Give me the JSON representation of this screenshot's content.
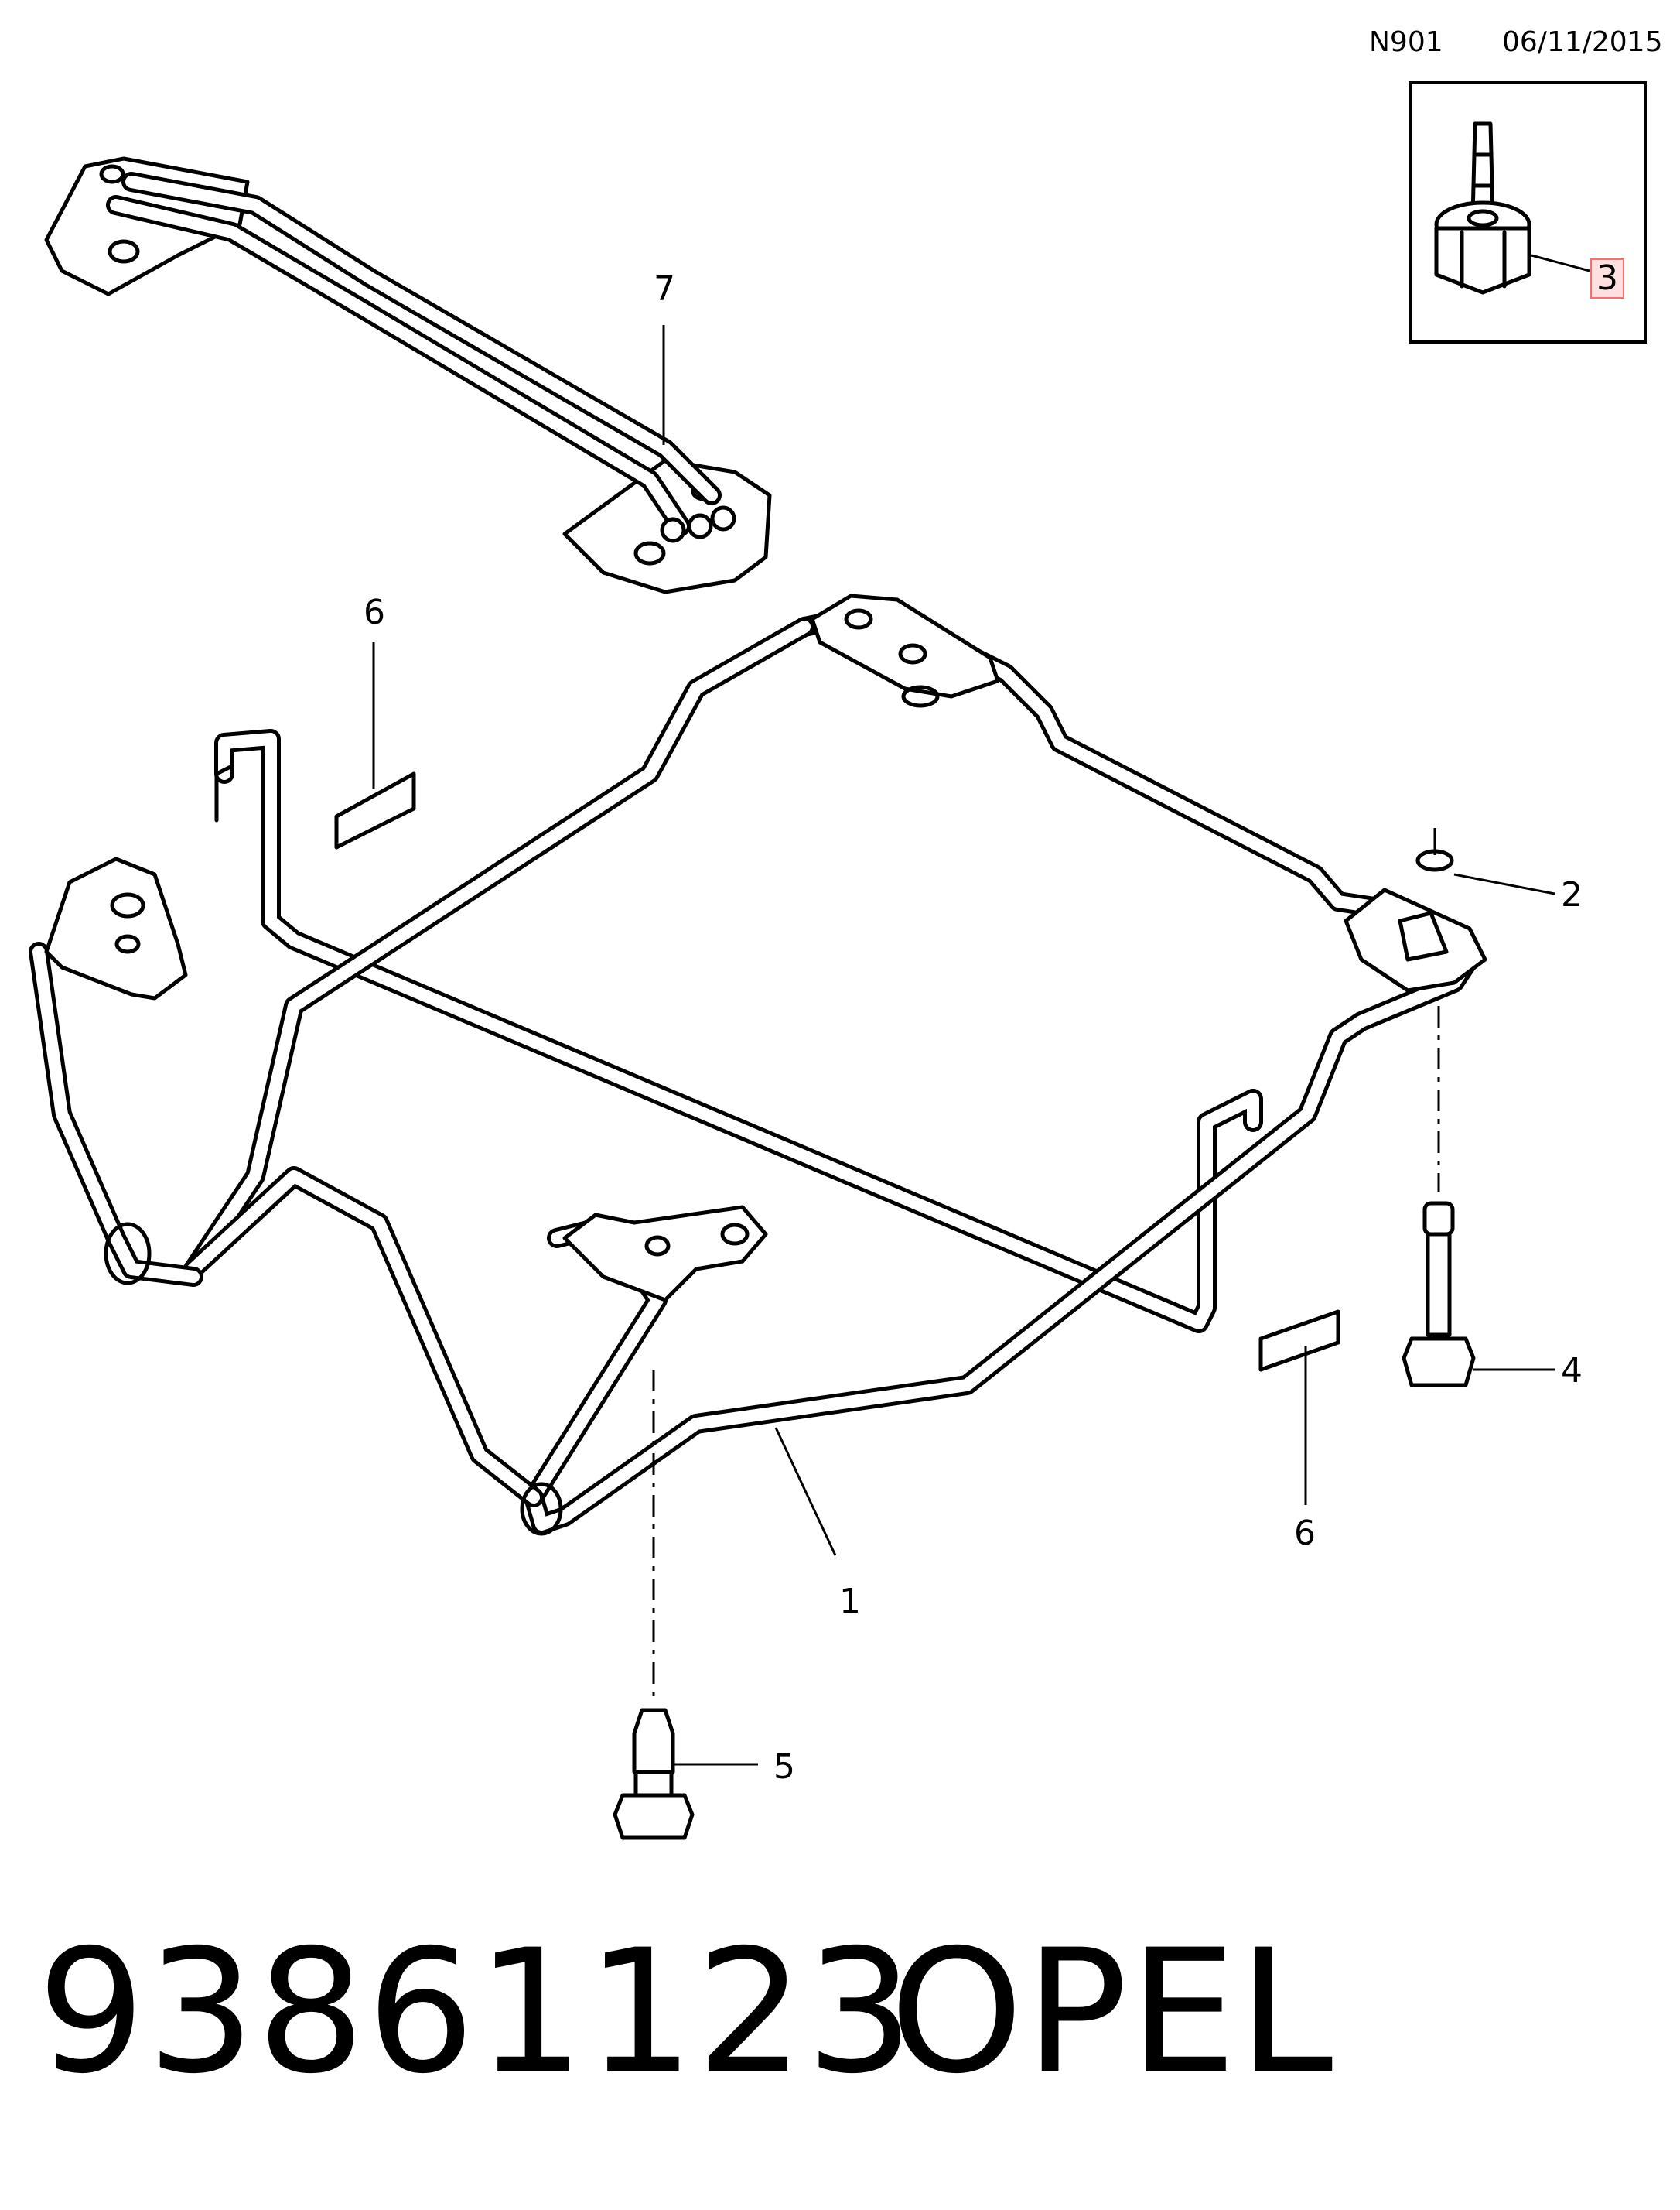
{
  "header": {
    "code": "N901",
    "date": "06/11/2015"
  },
  "callouts": {
    "c1": "1",
    "c2": "2",
    "c3": "3",
    "c4": "4",
    "c5": "5",
    "c6a": "6",
    "c6b": "6",
    "c7": "7"
  },
  "footer": {
    "part_number": "93861123",
    "brand": "OPEL"
  },
  "colors": {
    "highlight": "#ff6b6b"
  }
}
